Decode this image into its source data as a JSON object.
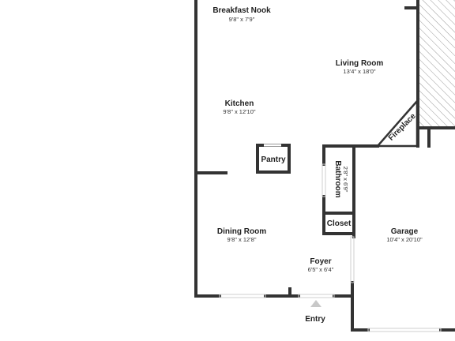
{
  "colors": {
    "wall": "#333333",
    "hatch": "#9a9a9a",
    "window": "#cfcfcf",
    "entry_marker": "#c8c8c8",
    "background": "#ffffff"
  },
  "rooms": {
    "breakfast_nook": {
      "name": "Breakfast Nook",
      "dims": "9'8\" x 7'9\""
    },
    "living_room": {
      "name": "Living Room",
      "dims": "13'4\" x 18'0\""
    },
    "kitchen": {
      "name": "Kitchen",
      "dims": "9'8\" x 12'10\""
    },
    "pantry": {
      "name": "Pantry"
    },
    "bathroom": {
      "name": "Bathroom",
      "dims": "2'8\" x 6'9\""
    },
    "closet": {
      "name": "Closet"
    },
    "dining_room": {
      "name": "Dining Room",
      "dims": "9'8\" x 12'8\""
    },
    "garage": {
      "name": "Garage",
      "dims": "10'4\" x 20'10\""
    },
    "foyer": {
      "name": "Foyer",
      "dims": "6'5\" x 6'4\""
    }
  },
  "features": {
    "fireplace": "Fireplace",
    "entry": "Entry"
  }
}
